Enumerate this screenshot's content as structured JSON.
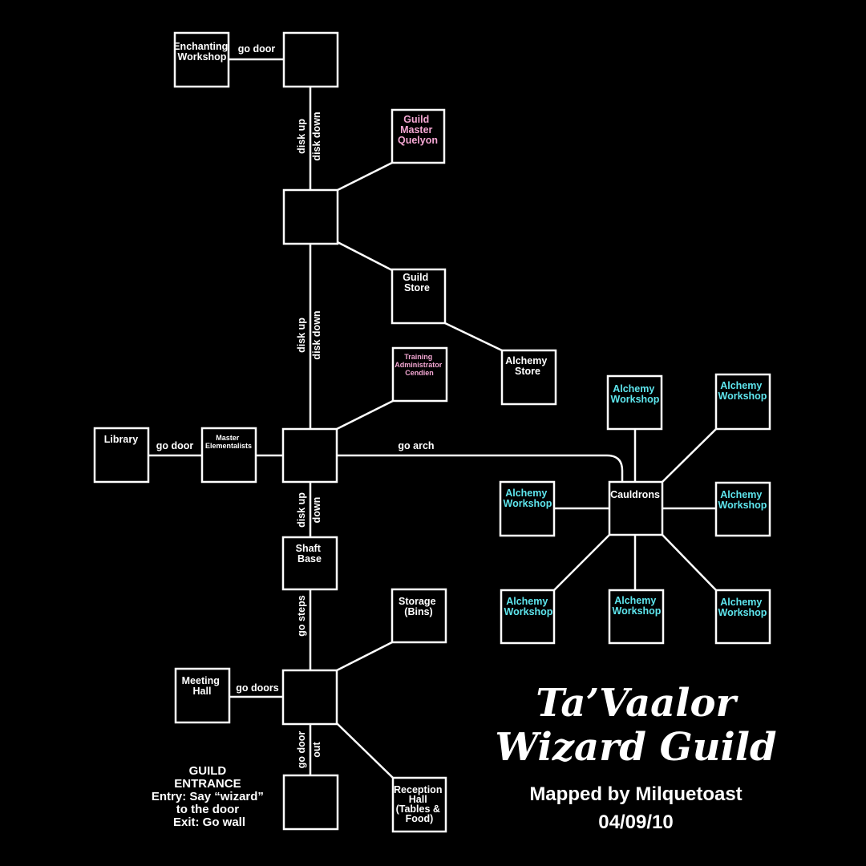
{
  "title": {
    "line1": "Ta’Vaalor",
    "line2": "Wizard Guild",
    "credit": "Mapped by Milquetoast",
    "date": "04/09/10"
  },
  "entrance_note": [
    "GUILD",
    "ENTRANCE",
    "Entry: Say “wizard”",
    "to the door",
    "Exit: Go wall"
  ],
  "colors": {
    "background": "#000000",
    "line": "#ffffff",
    "npc": "#f4a7d3",
    "alchemy": "#5ee6ee"
  },
  "rooms": {
    "enchanting": [
      "Enchanting",
      "Workshop"
    ],
    "guild_master": [
      "Guild",
      "Master",
      "Quelyon"
    ],
    "guild_store": [
      "Guild",
      "Store"
    ],
    "alchemy_store": [
      "Alchemy",
      "Store"
    ],
    "training_admin": [
      "Training",
      "Administrator",
      "Cendien"
    ],
    "library": [
      "Library"
    ],
    "master_elem": [
      "Master",
      "Elementalists"
    ],
    "shaft_base": [
      "Shaft",
      "Base"
    ],
    "storage": [
      "Storage",
      "(Bins)"
    ],
    "meeting_hall": [
      "Meeting",
      "Hall"
    ],
    "reception": [
      "Reception",
      "Hall",
      "(Tables &",
      "Food)"
    ],
    "cauldrons": [
      "Cauldrons"
    ],
    "alchemy_workshop": [
      "Alchemy",
      "Workshop"
    ]
  },
  "edges": {
    "go_door_top": "go door",
    "disk_up": "disk up",
    "disk_down": "disk down",
    "go_door_library": "go door",
    "go_arch": "go arch",
    "down": "down",
    "go_steps": "go steps",
    "go_doors": "go doors",
    "go_door_exit": "go door",
    "out": "out"
  }
}
